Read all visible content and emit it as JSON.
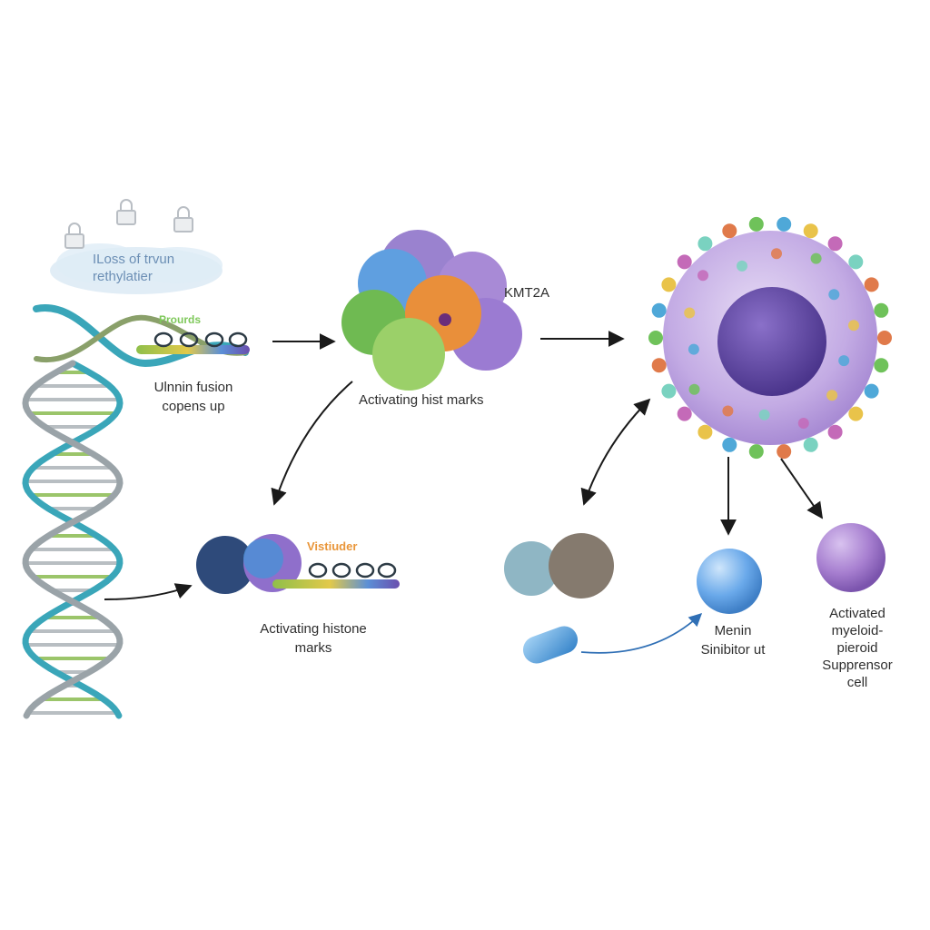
{
  "labels": {
    "loss_methylation": [
      "ILoss of trvun",
      "rethylatier"
    ],
    "promoter_tag": "Prourds",
    "fusion_opens": [
      "Ulnnin fusion",
      "copens up"
    ],
    "kmt2a": "KMT2A",
    "activating_hist": "Activating hist marks",
    "fusion_tag": "Vistiuder",
    "activating_histone": [
      "Activating histone",
      "marks"
    ],
    "menin_inhibitor": [
      "Menin",
      "Sinibitor ut"
    ],
    "mdsc": [
      "Activated",
      "myeloid-",
      "pieroid",
      "Supprensor",
      "cell"
    ]
  },
  "colors": {
    "arrow": "#1a1a1a",
    "helix_teal": "#3aa6b9",
    "helix_grey": "#9aa3a8",
    "big_cell": "#c7b1e6",
    "nucleus": "#6a4fae",
    "pill": "#5aa7e0",
    "blue_cell": "#6aa9ea",
    "purple_cell": "#a77fd0"
  },
  "icons": [
    "lock-icon",
    "lock-icon",
    "lock-icon"
  ]
}
